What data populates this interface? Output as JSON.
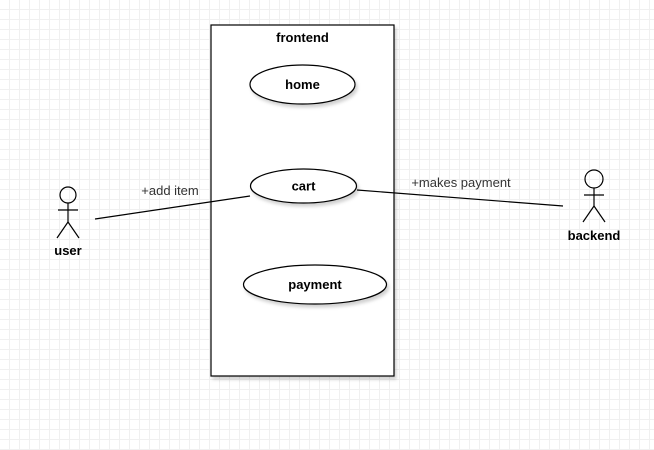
{
  "system": {
    "title": "frontend"
  },
  "use_cases": [
    {
      "label": "home"
    },
    {
      "label": "cart"
    },
    {
      "label": "payment"
    }
  ],
  "actors": [
    {
      "label": "user"
    },
    {
      "label": "backend"
    }
  ],
  "associations": [
    {
      "label": "+add item"
    },
    {
      "label": "+makes payment"
    }
  ]
}
